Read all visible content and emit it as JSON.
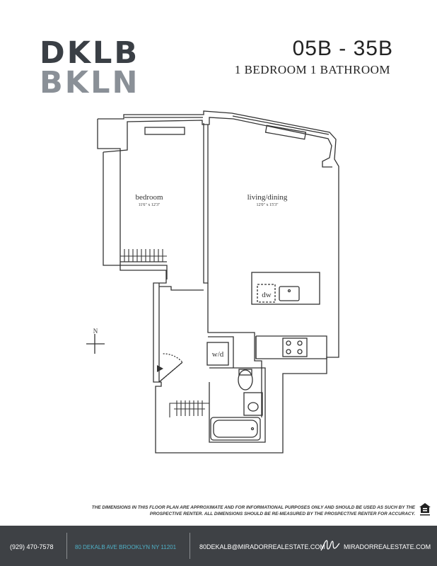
{
  "brand": {
    "logo_line1": "DKLB",
    "logo_line2": "BKLN"
  },
  "unit": {
    "title": "05B - 35B",
    "subtitle": "1 BEDROOM 1 BATHROOM"
  },
  "rooms": {
    "bedroom": {
      "label": "bedroom",
      "dims": "11'6\" x 12'3\""
    },
    "living": {
      "label": "living/dining",
      "dims": "12'0\" x 15'3\""
    }
  },
  "fixtures": {
    "dishwasher": "dw",
    "washer_dryer": "w/d"
  },
  "compass": {
    "north": "N"
  },
  "disclaimer": "THE DIMENSIONS IN THIS FLOOR PLAN ARE APPROXIMATE AND FOR INFORMATIONAL PURPOSES ONLY AND SHOULD BE USED AS SUCH BY THE PROSPECTIVE RENTER. ALL DIMENSIONS SHOULD BE RE-MEASURED BY THE PROSPECTIVE RENTER FOR ACCURACY.",
  "footer": {
    "phone": "(929) 470-7578",
    "address": "80 DEKALB AVE BROOKLYN NY 11201",
    "email": "80DEKALB@MIRADORREALESTATE.COM",
    "website": "MIRADORREALESTATE.COM",
    "background": "#3e4145",
    "address_color": "#4fb0c6"
  },
  "icons": {
    "equal_housing": "equal-housing-icon",
    "mirador": "mirador-logo-icon"
  }
}
